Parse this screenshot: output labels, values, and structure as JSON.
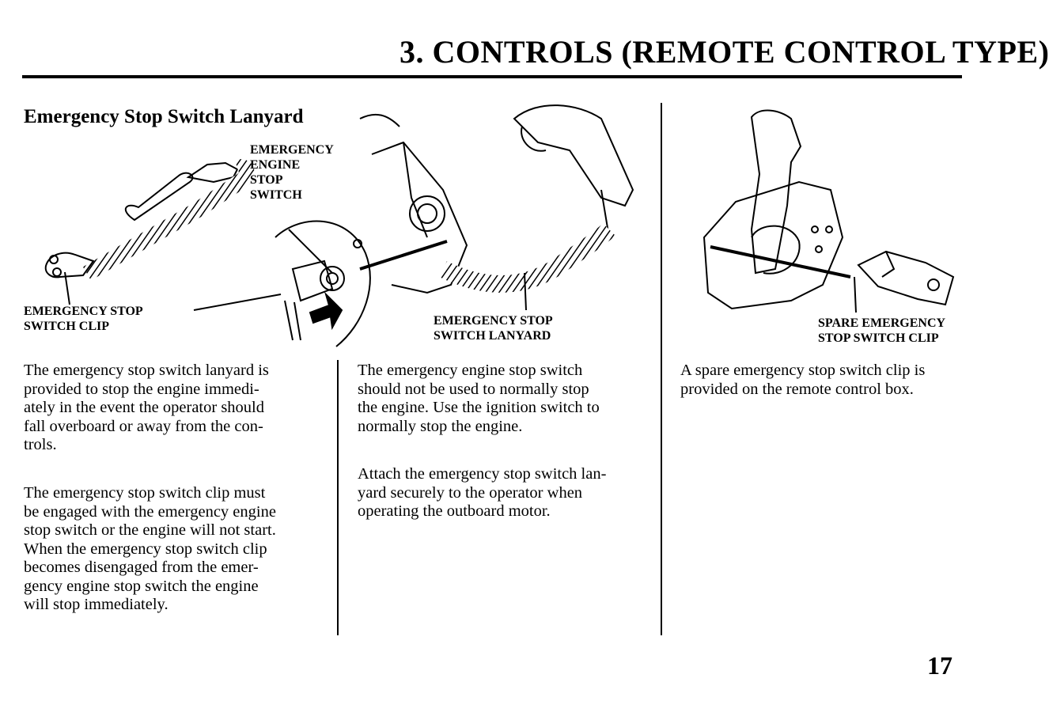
{
  "header": {
    "title": "3. CONTROLS (REMOTE CONTROL TYPE)"
  },
  "section": {
    "heading": "Emergency Stop Switch Lanyard"
  },
  "callouts": {
    "engine_stop_switch": [
      "EMERGENCY",
      "ENGINE",
      "STOP",
      "SWITCH"
    ],
    "stop_switch_clip": [
      "EMERGENCY STOP",
      "SWITCH CLIP"
    ],
    "stop_switch_lanyard": [
      "EMERGENCY STOP",
      "SWITCH LANYARD"
    ],
    "spare_clip": [
      "SPARE EMERGENCY",
      "STOP SWITCH CLIP"
    ]
  },
  "columns": {
    "left": {
      "para1": [
        "The emergency stop switch lanyard is",
        "provided to stop the engine immedi-",
        "ately in the event the operator should",
        "fall overboard or away from the con-",
        "trols."
      ],
      "para2": [
        "The emergency stop switch clip must",
        "be engaged with the emergency engine",
        "stop switch or the engine will not start.",
        "When the emergency stop switch clip",
        "becomes disengaged from the emer-",
        "gency engine stop switch the engine",
        "will stop immediately."
      ]
    },
    "middle": {
      "para1": [
        "The emergency engine stop switch",
        "should not be used to normally stop",
        "the engine. Use the ignition switch to",
        "normally stop the engine."
      ],
      "para2": [
        "Attach the emergency stop switch lan-",
        "yard securely to the operator when",
        "operating the outboard motor."
      ]
    },
    "right": {
      "para1": [
        "A spare emergency stop switch clip is",
        "provided on the remote control box."
      ]
    }
  },
  "page": {
    "number": "17"
  },
  "icons": {
    "lanyard_cord": "coiled-lanyard-illustration",
    "control_box": "remote-control-box-illustration"
  }
}
